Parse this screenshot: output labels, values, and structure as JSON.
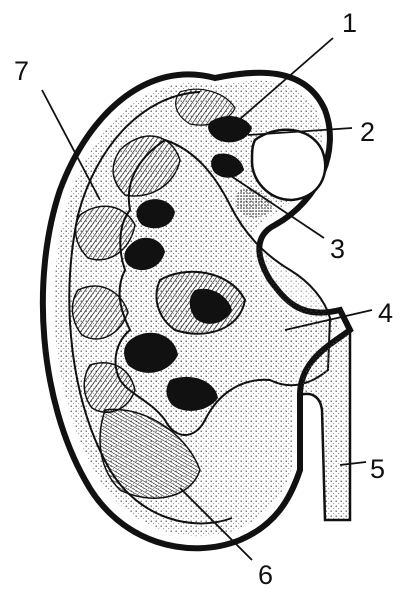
{
  "callouts": {
    "label_1": "1",
    "label_2": "2",
    "label_3": "3",
    "label_4": "4",
    "label_5": "5",
    "label_6": "6",
    "label_7": "7"
  },
  "colors": {
    "ink": "#111111",
    "paper": "#ffffff",
    "stipple": "#555555"
  }
}
